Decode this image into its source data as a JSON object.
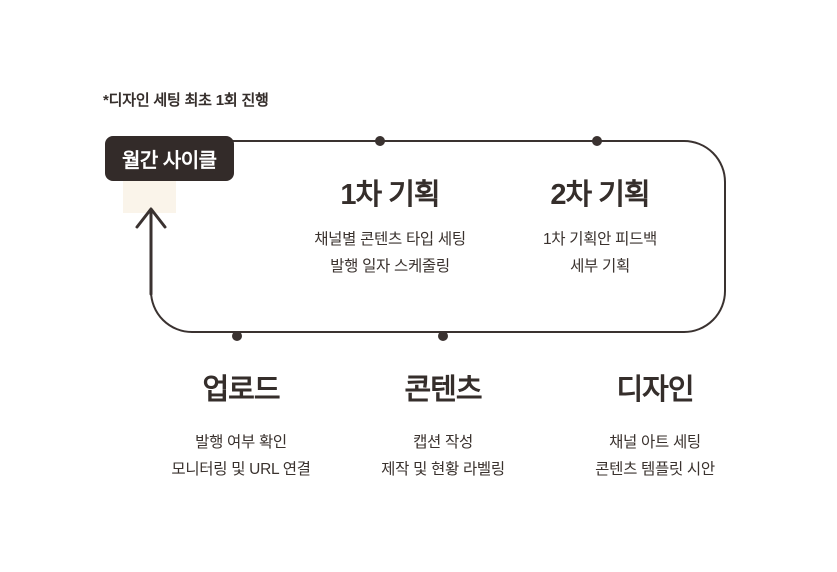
{
  "note": "*디자인 세팅 최초 1회 진행",
  "badge": "월간 사이클",
  "cycle": {
    "top_stages": [
      {
        "title": "1차 기획",
        "lines": [
          "채널별 콘텐츠 타입 세팅",
          "발행 일자 스케줄링"
        ]
      },
      {
        "title": "2차 기획",
        "lines": [
          "1차 기획안 피드백",
          "세부 기획"
        ]
      }
    ],
    "bottom_stages": [
      {
        "title": "업로드",
        "lines": [
          "발행 여부 확인",
          "모니터링 및 URL 연결"
        ]
      },
      {
        "title": "콘텐츠",
        "lines": [
          "캡션 작성",
          "제작 및 현황 라벨링"
        ]
      },
      {
        "title": "디자인",
        "lines": [
          "채널 아트 세팅",
          "콘텐츠 템플릿 시안"
        ]
      }
    ]
  },
  "colors": {
    "ink": "#352e2b",
    "line": "#3a3230",
    "badge_bg": "#332b29",
    "badge_text": "#ffffff",
    "gap_bg": "#faf4ea",
    "background": "#ffffff"
  }
}
